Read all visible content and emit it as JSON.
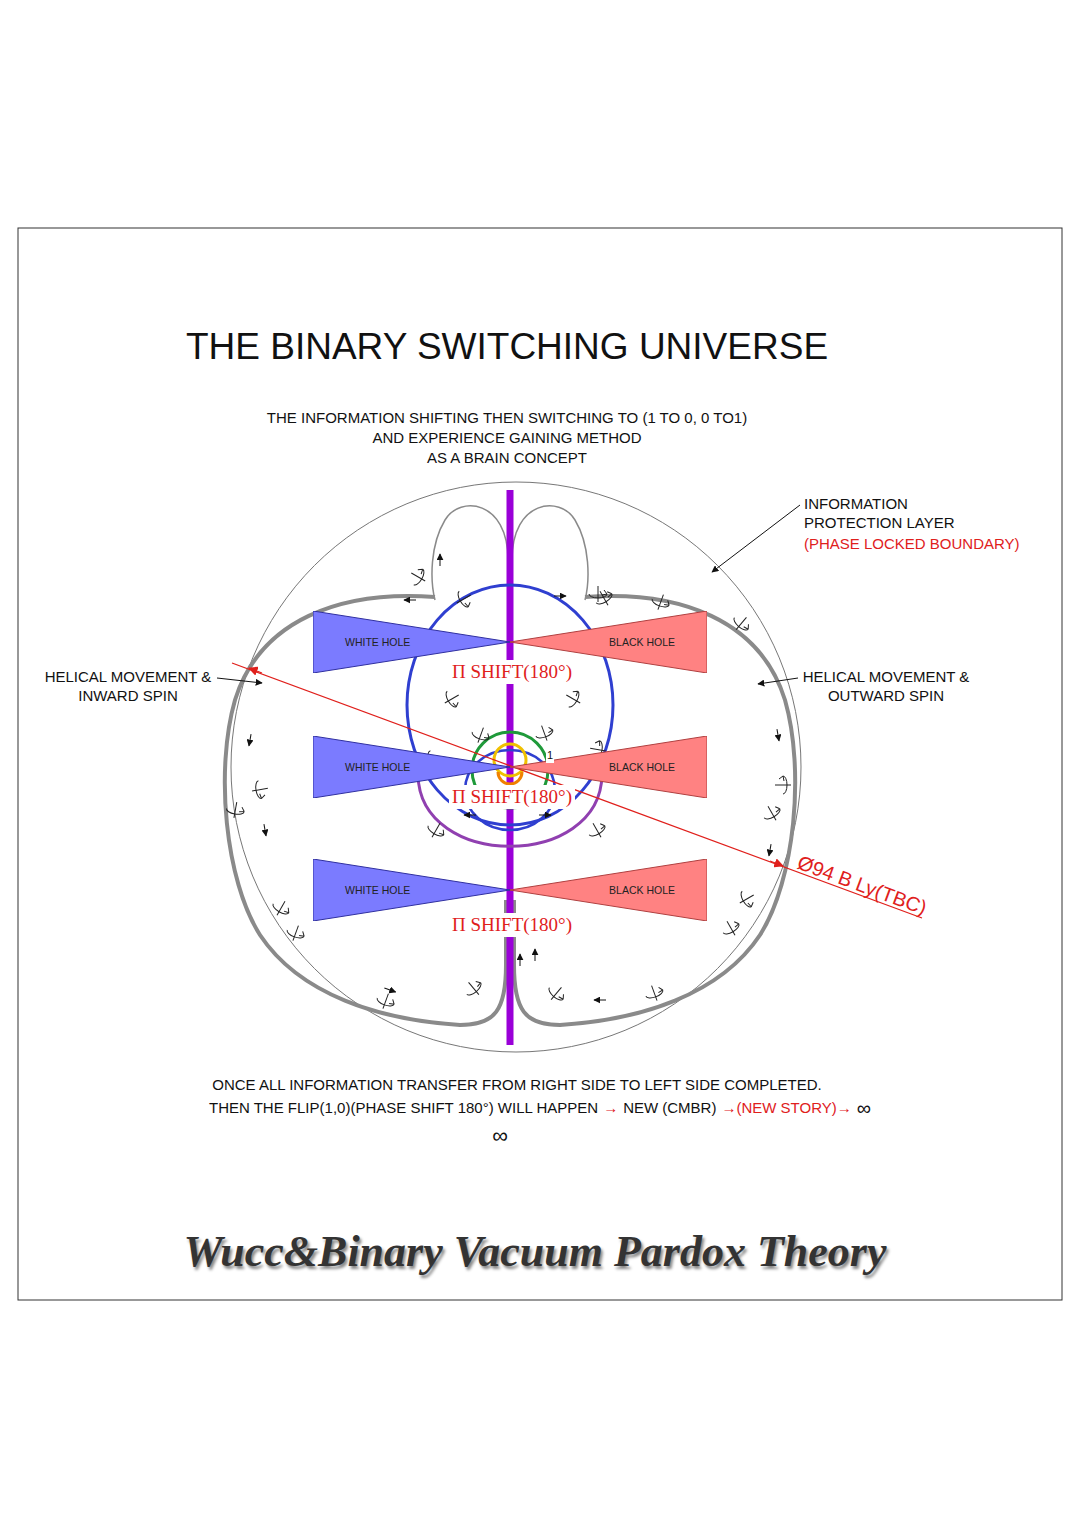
{
  "diagram": {
    "title": "THE BINARY SWITCHING UNIVERSE",
    "caption": "Wucc&Binary Vacuum Pardox Theory",
    "nodes": [
      {
        "text": [
          "WHITE HOLE"
        ]
      },
      {
        "text": [
          "BLACK HOLE"
        ]
      },
      {
        "text": [
          "WHITE HOLE"
        ]
      },
      {
        "text": [
          "BLACK HOLE"
        ]
      },
      {
        "text": [
          "WHITE HOLE"
        ]
      },
      {
        "text": [
          "BLACK HOLE"
        ]
      }
    ],
    "labels": [
      "THE INFORMATION SHIFTING THEN SWITCHING TO (1 TO 0, 0 TO1)",
      "AND EXPERIENCE GAINING METHOD",
      "AS A BRAIN CONCEPT",
      "INFORMATION PROTECTION LAYER",
      "(PHASE LOCKED BOUNDARY)",
      "HELICAL MOVEMENT & INWARD SPIN",
      "HELICAL MOVEMENT & OUTWARD SPIN",
      "Π SHIFT(180°)",
      "Π SHIFT(180°)",
      "Π SHIFT(180°)",
      "1",
      "Ø94 B Ly(TBC)",
      "ONCE ALL INFORMATION TRANSFER FROM RIGHT SIDE TO LEFT SIDE COMPLETED.",
      "THEN THE FLIP(1,0)(PHASE SHIFT 180°) WILL HAPPEN",
      "→",
      "NEW (CMBR)",
      "→(NEW STORY)→",
      "∞",
      "∞"
    ]
  }
}
